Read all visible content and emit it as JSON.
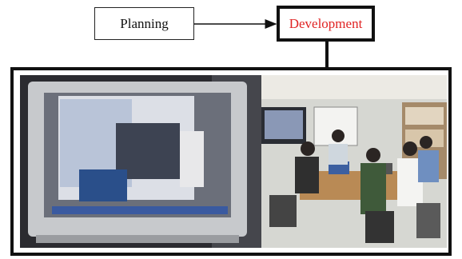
{
  "diagram": {
    "nodes": [
      {
        "id": "planning",
        "label": "Planning",
        "emphasized": false
      },
      {
        "id": "development",
        "label": "Development",
        "emphasized": true
      }
    ],
    "edges": [
      {
        "from": "planning",
        "to": "development",
        "style": "arrow"
      },
      {
        "from": "development",
        "to": "photo-frame",
        "style": "line"
      }
    ],
    "colors": {
      "development_text": "#e02424",
      "border": "#111111"
    },
    "photos": [
      {
        "id": "photo-left",
        "subject": "large display monitor showing software windows"
      },
      {
        "id": "photo-right",
        "subject": "team meeting around a table with laptops"
      }
    ]
  }
}
